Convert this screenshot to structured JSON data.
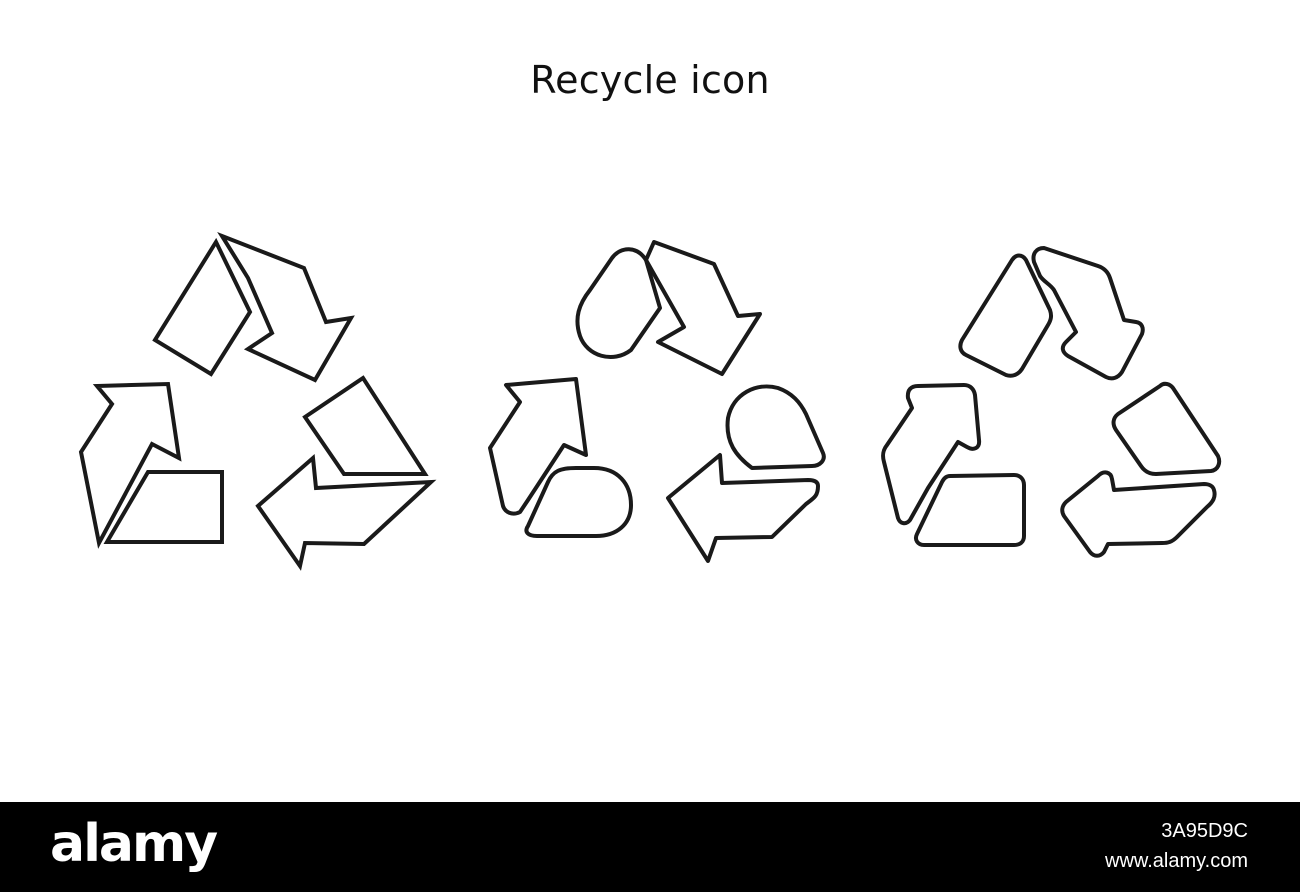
{
  "title": "Recycle icon",
  "icons": [
    {
      "name": "recycle-icon-sharp",
      "style": "angular outline"
    },
    {
      "name": "recycle-icon-rounded",
      "style": "rounded outline"
    },
    {
      "name": "recycle-icon-soft",
      "style": "soft-corner outline"
    }
  ],
  "footer": {
    "brand": "alamy",
    "image_id": "3A95D9C",
    "site_url": "www.alamy.com"
  },
  "colors": {
    "stroke": "#1a1a1a",
    "background": "#ffffff",
    "footer_background": "#000000",
    "footer_text": "#ffffff"
  }
}
